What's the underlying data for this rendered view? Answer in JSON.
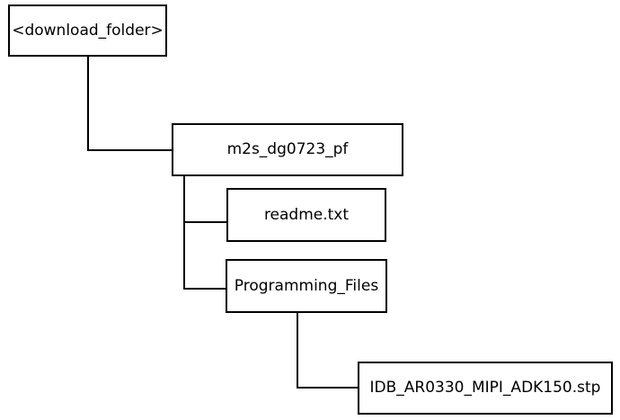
{
  "diagram": {
    "nodes": {
      "download_folder": "<download_folder>",
      "m2s_folder": "m2s_dg0723_pf",
      "readme_file": "readme.txt",
      "programming_files": "Programming_Files",
      "stp_file": "IDB_AR0330_MIPI_ADK150.stp"
    },
    "tree": [
      {
        "parent": "download_folder",
        "child": "m2s_folder"
      },
      {
        "parent": "m2s_folder",
        "child": "readme_file"
      },
      {
        "parent": "m2s_folder",
        "child": "programming_files"
      },
      {
        "parent": "programming_files",
        "child": "stp_file"
      }
    ],
    "colors": {
      "line": "#000000",
      "box_border": "#000000",
      "box_fill": "#ffffff",
      "text": "#000000"
    }
  }
}
